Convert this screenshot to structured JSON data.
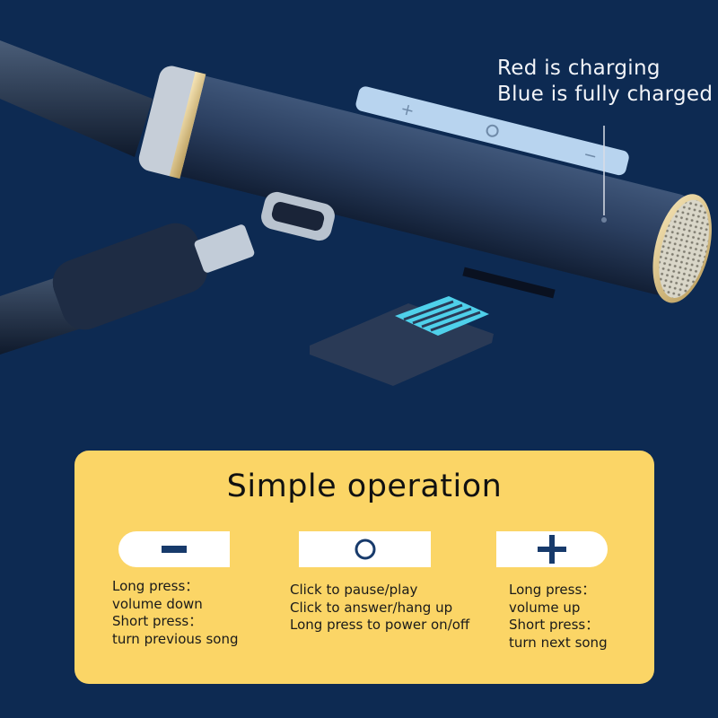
{
  "callout": {
    "line1": "Red is charging",
    "line2": "Blue is fully charged"
  },
  "panel": {
    "title": "Simple operation",
    "buttons": [
      {
        "icon": "minus-icon",
        "lines": [
          "Long press：",
          "volume down",
          "Short press：",
          "turn previous song"
        ]
      },
      {
        "icon": "circle-icon",
        "lines": [
          "Click to pause/play",
          "Click to answer/hang up",
          "Long press to power on/off"
        ]
      },
      {
        "icon": "plus-icon",
        "lines": [
          "Long press：",
          " volume up",
          "Short press：",
          "turn next song"
        ]
      }
    ]
  },
  "colors": {
    "background": "#0d2a52",
    "panel": "#fbd566",
    "icon": "#173a6b",
    "device_body": "#2a3e5e",
    "button_strip": "#b8d4ef"
  }
}
